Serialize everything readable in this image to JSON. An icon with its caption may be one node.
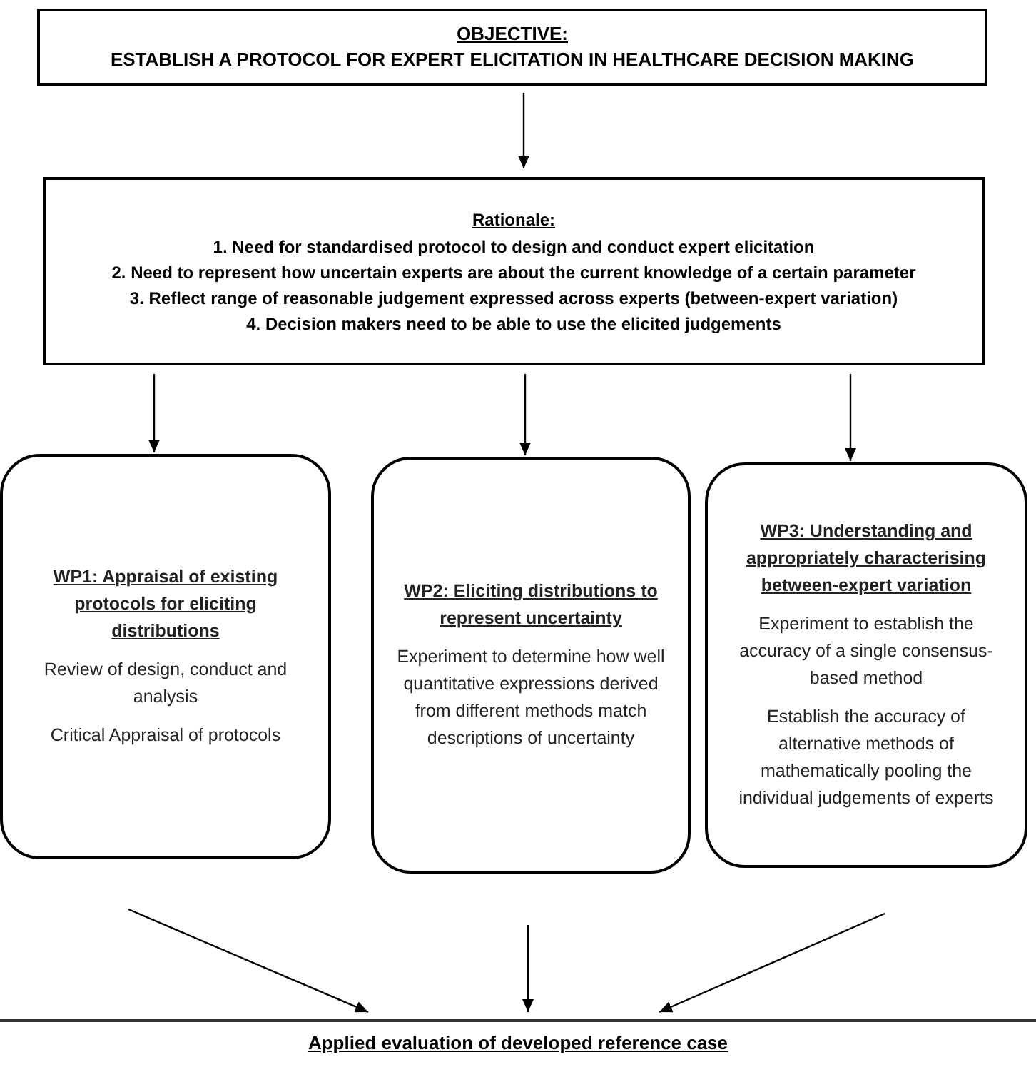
{
  "diagram": {
    "nodes": [
      {
        "text": [
          "OBJECTIVE:",
          "ESTABLISH A PROTOCOL FOR EXPERT ELICITATION IN HEALTHCARE DECISION MAKING"
        ]
      },
      {
        "text": [
          "Rationale:",
          "1. Need for standardised protocol to design and conduct expert elicitation",
          "2. Need to represent how uncertain experts are about the current knowledge of a certain parameter",
          "3. Reflect range of reasonable judgement expressed across experts (between-expert variation)",
          "4. Decision makers need to be able to use the elicited judgements"
        ]
      },
      {
        "text": [
          "WP1: Appraisal of existing protocols for eliciting distributions",
          "Review of design, conduct and analysis",
          "Critical Appraisal of protocols"
        ]
      },
      {
        "text": [
          "WP2: Eliciting distributions to represent uncertainty",
          "Experiment to determine how well quantitative expressions derived from different methods match descriptions of uncertainty"
        ]
      },
      {
        "text": [
          "WP3: Understanding and appropriately characterising between-expert variation",
          "Experiment to establish the accuracy of a single consensus-based method",
          "Establish the accuracy of alternative methods of mathematically pooling the individual judgements of experts"
        ]
      },
      {
        "text": [
          "Applied evaluation of developed reference case"
        ]
      }
    ],
    "edges": [
      {
        "from": 0,
        "to": 1,
        "arrow": "to"
      },
      {
        "from": 1,
        "to": 2,
        "arrow": "to"
      },
      {
        "from": 1,
        "to": 3,
        "arrow": "to"
      },
      {
        "from": 1,
        "to": 4,
        "arrow": "to"
      },
      {
        "from": 2,
        "to": 5,
        "arrow": "to"
      },
      {
        "from": 3,
        "to": 5,
        "arrow": "to"
      },
      {
        "from": 4,
        "to": 5,
        "arrow": "to"
      }
    ]
  }
}
